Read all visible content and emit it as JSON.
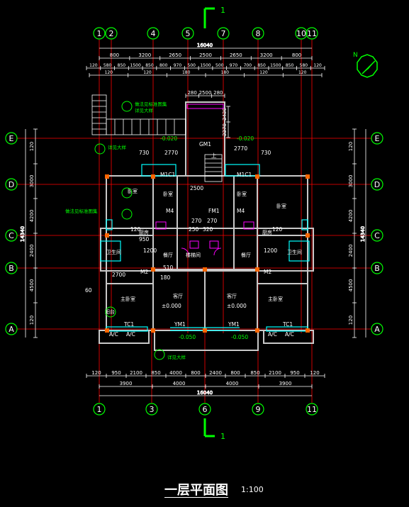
{
  "drawing": {
    "title": "一层平面图",
    "scale": "1:100",
    "section_label": "1"
  },
  "colors": {
    "background": "#000000",
    "axis_line": "#ff0000",
    "dimension": "#ffffff",
    "wall": "#c8c8c8",
    "window": "#00ffff",
    "annotation": "#00ff00",
    "door": "#ff00ff",
    "column": "#ff6600",
    "stair": "#ffffff",
    "grid_bubble": "#00ff00"
  },
  "grid_axes": {
    "vertical_top": [
      "1",
      "2",
      "4",
      "5",
      "7",
      "8",
      "10",
      "11"
    ],
    "vertical_bottom": [
      "1",
      "3",
      "6",
      "9",
      "11"
    ],
    "horizontal": [
      "E",
      "D",
      "C",
      "B",
      "A"
    ]
  },
  "dimensions": {
    "top_total": "16040",
    "top_row1": [
      "800",
      "3200",
      "2650",
      "2500",
      "2650",
      "3200",
      "800"
    ],
    "top_row2": [
      "120",
      "580",
      "850",
      "1500",
      "850",
      "800",
      "970",
      "500",
      "1500",
      "500",
      "970",
      "700",
      "850",
      "1500",
      "850",
      "580",
      "120"
    ],
    "top_row3": [
      "120",
      "120",
      "180",
      "180",
      "120",
      "120"
    ],
    "bottom_row1": [
      "120",
      "950",
      "2100",
      "850",
      "4000",
      "800",
      "2400",
      "800",
      "850",
      "2100",
      "950",
      "120"
    ],
    "bottom_row2": [
      "3900",
      "4000",
      "4000",
      "3900"
    ],
    "bottom_total": "16040",
    "left_outer": [
      "120",
      "3000",
      "4200",
      "2400",
      "4500",
      "120"
    ],
    "left_total": "14340",
    "right_outer": [
      "120",
      "3000",
      "4200",
      "2400",
      "4500",
      "120"
    ],
    "right_total": "14340",
    "stair_top": [
      "280",
      "2500",
      "280"
    ],
    "stair_side": [
      "2430",
      "2270"
    ]
  },
  "rooms": [
    {
      "name": "卧室"
    },
    {
      "name": "卧室"
    },
    {
      "name": "卧室"
    },
    {
      "name": "卧室"
    },
    {
      "name": "卫生间"
    },
    {
      "name": "卫生间"
    },
    {
      "name": "餐厅"
    },
    {
      "name": "餐厅"
    },
    {
      "name": "客厅"
    },
    {
      "name": "客厅"
    },
    {
      "name": "厨房"
    },
    {
      "name": "厨房"
    },
    {
      "name": "主卧室"
    },
    {
      "name": "主卧室"
    },
    {
      "name": "阳台"
    },
    {
      "name": "楼梯间"
    }
  ],
  "labels": {
    "level_main": "±0.000",
    "level_main_b": "±0.000",
    "level_minus": "-0.050",
    "level_minus_b": "-0.050",
    "level_minus_c": "-0.020",
    "level_minus_d": "-0.020",
    "door_gm1": "GM1",
    "door_ym1_left": "YM1",
    "door_ym1_right": "YM1",
    "win_tc1_left": "TC1",
    "win_tc1_right": "TC1",
    "m1c1_left": "M1C1",
    "m1c1_right": "M1C1",
    "m4_left": "M4",
    "m4_right": "M4",
    "fm1": "FM1",
    "m2_left": "M2",
    "m2_right": "M2",
    "dim_730_left": "730",
    "dim_2770_left": "2770",
    "dim_730_right": "730",
    "dim_2770_right": "2770",
    "dim_2700": "2700",
    "dim_120a": "120",
    "dim_120b": "120",
    "dim_950": "950",
    "dim_1200": "1200",
    "dim_510": "510",
    "dim_1200b": "1200",
    "dim_320": "320",
    "dim_250": "250",
    "dim_270": "270",
    "dim_270b": "270",
    "dim_2500": "2500",
    "dim_60": "60",
    "dim_180": "180",
    "ac": "A/C",
    "up": "上",
    "note_a": "做法见标准图集",
    "note_b": "详见大样"
  }
}
